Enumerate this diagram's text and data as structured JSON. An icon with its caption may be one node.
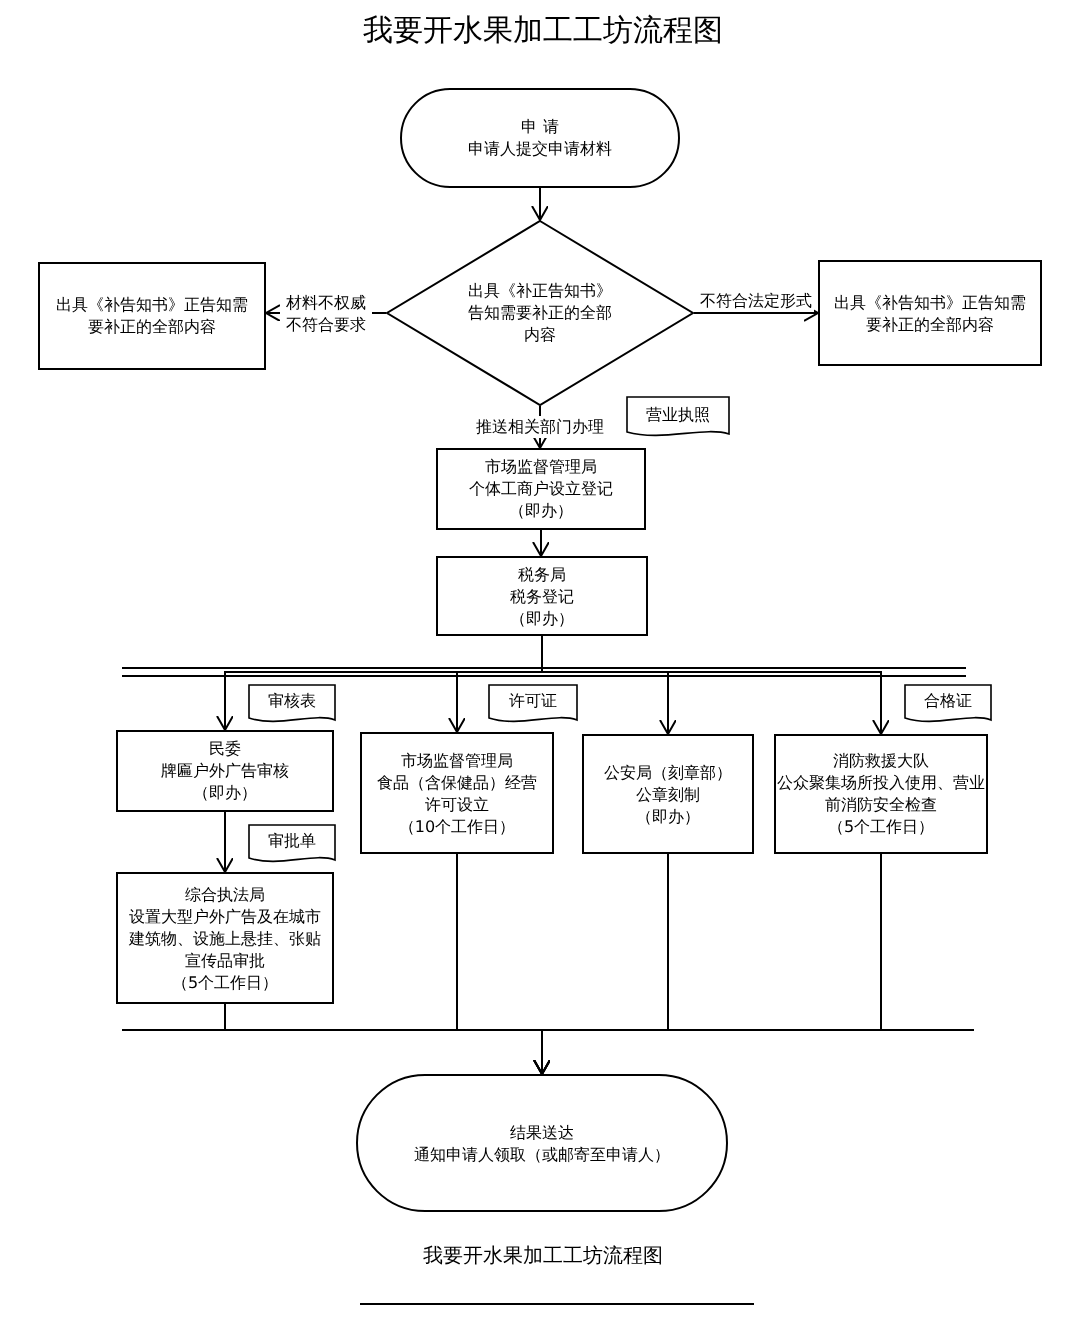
{
  "diagram": {
    "title": "我要开水果加工工坊流程图",
    "caption": "我要开水果加工工坊流程图",
    "nodes": [
      {
        "text": [
          "申 请",
          "申请人提交申请材料"
        ]
      },
      {
        "text": [
          "出具《补正告知书》告知需要补正的全部内容"
        ]
      },
      {
        "text": [
          "出具《补告知书》正告知需要补正的全部内容"
        ]
      },
      {
        "text": [
          "出具《补告知书》正告知需要补正的全部内容"
        ]
      },
      {
        "text": [
          "营业执照"
        ]
      },
      {
        "text": [
          "市场监督管理局",
          "个体工商户设立登记",
          "（即办）"
        ]
      },
      {
        "text": [
          "税务局",
          "税务登记",
          "（即办）"
        ]
      },
      {
        "text": [
          "审核表"
        ]
      },
      {
        "text": [
          "民委",
          "牌匾户外广告审核",
          "（即办）"
        ]
      },
      {
        "text": [
          "审批单"
        ]
      },
      {
        "text": [
          "综合执法局",
          "设置大型户外广告及在城市建筑物、设施上悬挂、张贴宣传品审批",
          "（5个工作日）"
        ]
      },
      {
        "text": [
          "许可证"
        ]
      },
      {
        "text": [
          "市场监督管理局",
          "食品（含保健品）经营许可设立",
          "（10个工作日）"
        ]
      },
      {
        "text": [
          "公安局（刻章部）",
          "公章刻制",
          "（即办）"
        ]
      },
      {
        "text": [
          "合格证"
        ]
      },
      {
        "text": [
          "消防救援大队",
          "公众聚集场所投入使用、营业前消防安全检查",
          "（5个工作日）"
        ]
      },
      {
        "text": [
          "结果送达",
          "通知申请人领取（或邮寄至申请人）"
        ]
      }
    ],
    "edges": [
      {
        "from": 0,
        "to": 1,
        "arrow": "to"
      },
      {
        "from": 1,
        "to": 2,
        "arrow": "to",
        "label": "材料不权威不符合要求"
      },
      {
        "from": 1,
        "to": 3,
        "arrow": "to",
        "label": "不符合法定形式"
      },
      {
        "from": 1,
        "to": 5,
        "arrow": "to",
        "label": "推送相关部门办理"
      },
      {
        "from": 5,
        "to": 6,
        "arrow": "to"
      },
      {
        "from": 6,
        "to": 8,
        "arrow": "to"
      },
      {
        "from": 6,
        "to": 12,
        "arrow": "to"
      },
      {
        "from": 6,
        "to": 13,
        "arrow": "to"
      },
      {
        "from": 6,
        "to": 15,
        "arrow": "to"
      },
      {
        "from": 8,
        "to": 10,
        "arrow": "to"
      },
      {
        "from": 10,
        "to": 16,
        "arrow": "to"
      },
      {
        "from": 12,
        "to": 16,
        "arrow": "to"
      },
      {
        "from": 13,
        "to": 16,
        "arrow": "to"
      },
      {
        "from": 15,
        "to": 16,
        "arrow": "to"
      }
    ]
  }
}
